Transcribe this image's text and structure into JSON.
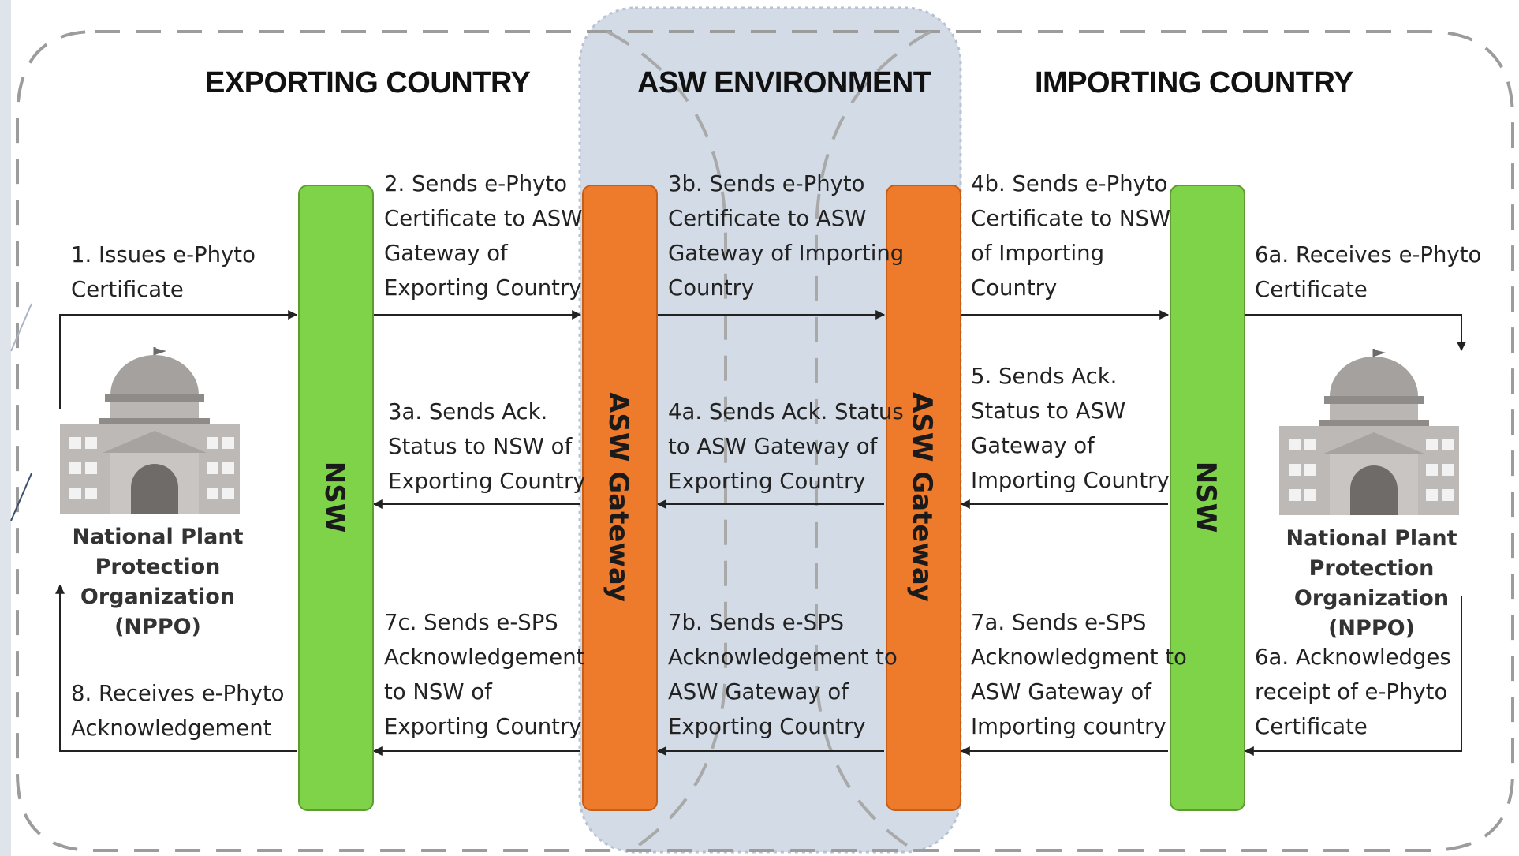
{
  "headings": {
    "exporting": "EXPORTING COUNTRY",
    "asw": "ASW ENVIRONMENT",
    "importing": "IMPORTING COUNTRY"
  },
  "bars": {
    "nsw_left": "NSW",
    "gateway_left": "ASW Gateway",
    "gateway_right": "ASW Gateway",
    "nsw_right": "NSW"
  },
  "organizations": {
    "left": "National Plant\nProtection Organization\n(NPPO)",
    "right": "National Plant\nProtection Organization\n(NPPO)"
  },
  "steps": {
    "s1": "1. Issues e-Phyto\nCertificate",
    "s2": "2. Sends e-Phyto\nCertificate to ASW\nGateway of\nExporting Country",
    "s3b": "3b. Sends e-Phyto\nCertificate to ASW\nGateway of Importing\nCountry",
    "s4b": "4b. Sends e-Phyto\nCertificate to NSW\nof Importing\nCountry",
    "s6a_receive": "6a. Receives e-Phyto\nCertificate",
    "s3a": "3a. Sends Ack.\nStatus to NSW of\nExporting Country",
    "s4a": "4a. Sends Ack. Status\nto ASW Gateway of\nExporting Country",
    "s5": "5. Sends Ack.\nStatus to ASW\nGateway of\nImporting Country",
    "s7c": "7c. Sends e-SPS\nAcknowledgement\nto NSW of\nExporting Country",
    "s7b": "7b. Sends e-SPS\nAcknowledgement to\nASW Gateway of\nExporting Country",
    "s7a": "7a. Sends e-SPS\nAcknowledgment to\nASW Gateway of\nImporting country",
    "s6a_ack": "6a. Acknowledges\nreceipt of e-Phyto\nCertificate",
    "s8": "8. Receives e-Phyto\nAcknowledgement"
  },
  "colors": {
    "nsw": "#7ed348",
    "gateway": "#ee7a2c",
    "asw_environment": "#d3dbe6",
    "building": "#a9a5a2"
  },
  "icons": [
    "building-icon",
    "building-icon"
  ]
}
